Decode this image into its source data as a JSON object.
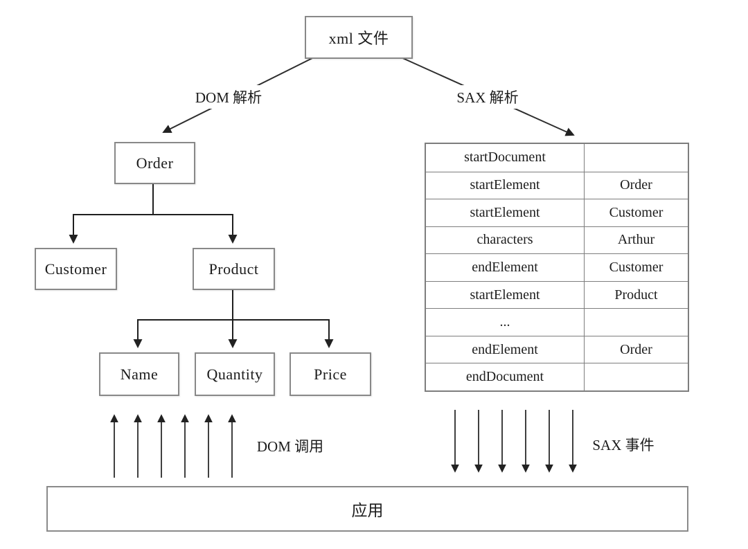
{
  "source_box": {
    "label": "xml 文件"
  },
  "parse_labels": {
    "dom": "DOM 解析",
    "sax": "SAX 解析"
  },
  "dom_tree": {
    "order": "Order",
    "customer": "Customer",
    "product": "Product",
    "name": "Name",
    "quantity": "Quantity",
    "price": "Price"
  },
  "sax_table": {
    "rows": [
      {
        "event": "startDocument",
        "value": ""
      },
      {
        "event": "startElement",
        "value": "Order"
      },
      {
        "event": "startElement",
        "value": "Customer"
      },
      {
        "event": "characters",
        "value": "Arthur"
      },
      {
        "event": "endElement",
        "value": "Customer"
      },
      {
        "event": "startElement",
        "value": "Product"
      },
      {
        "event": "...",
        "value": ""
      },
      {
        "event": "endElement",
        "value": "Order"
      },
      {
        "event": "endDocument",
        "value": ""
      }
    ]
  },
  "flow_labels": {
    "dom_call": "DOM 调用",
    "sax_event": "SAX 事件"
  },
  "app_box": {
    "label": "应用"
  }
}
